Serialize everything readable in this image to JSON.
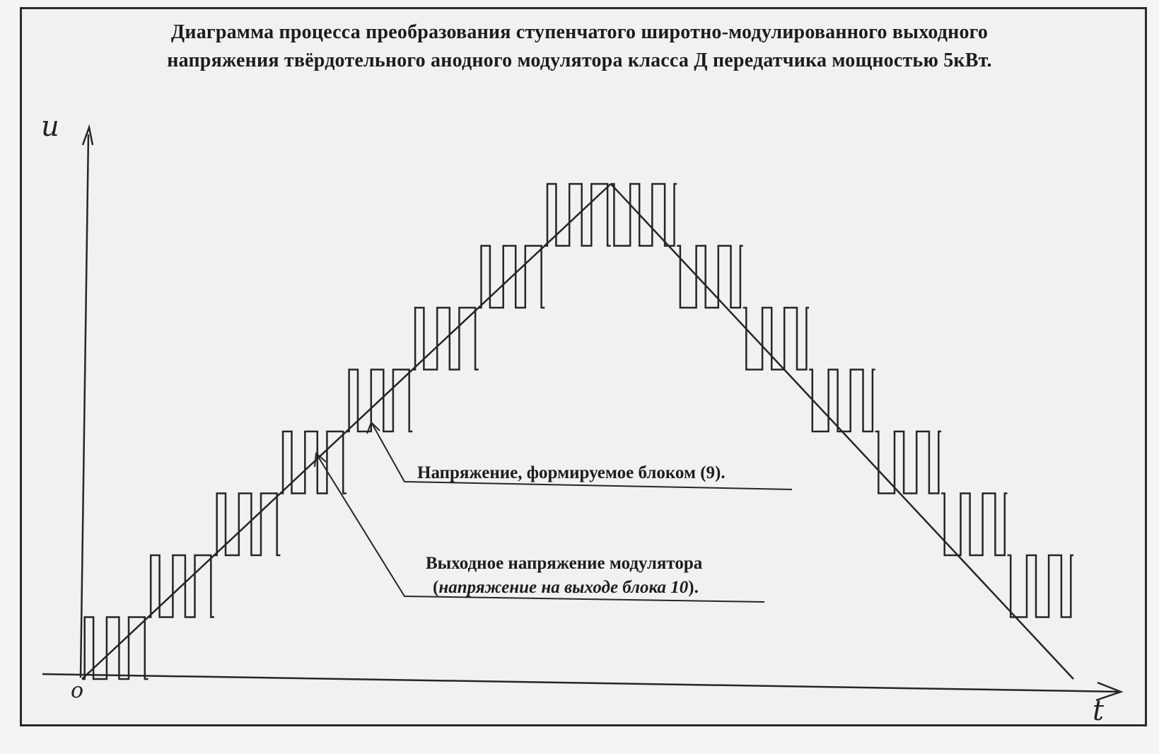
{
  "title": {
    "line1": "Диаграмма процесса преобразования ступенчатого широтно-модулированного выходного",
    "line2": "напряжения твёрдотельного анодного модулятора класса Д передатчика мощностью 5кВт."
  },
  "axes": {
    "y_label": "u",
    "x_label": "t",
    "origin_label": "o"
  },
  "annotations": {
    "block9": "Напряжение, формируемое блоком (9).",
    "output_line1": "Выходное напряжение модулятора",
    "output_line2_open": "(",
    "output_line2_italic": "напряжение на выходе блока 10",
    "output_line2_close": ")."
  },
  "diagram_data": {
    "steps_up": 8,
    "steps_down": 7,
    "pulses_per_step": 3,
    "ink_color": "#262626"
  }
}
